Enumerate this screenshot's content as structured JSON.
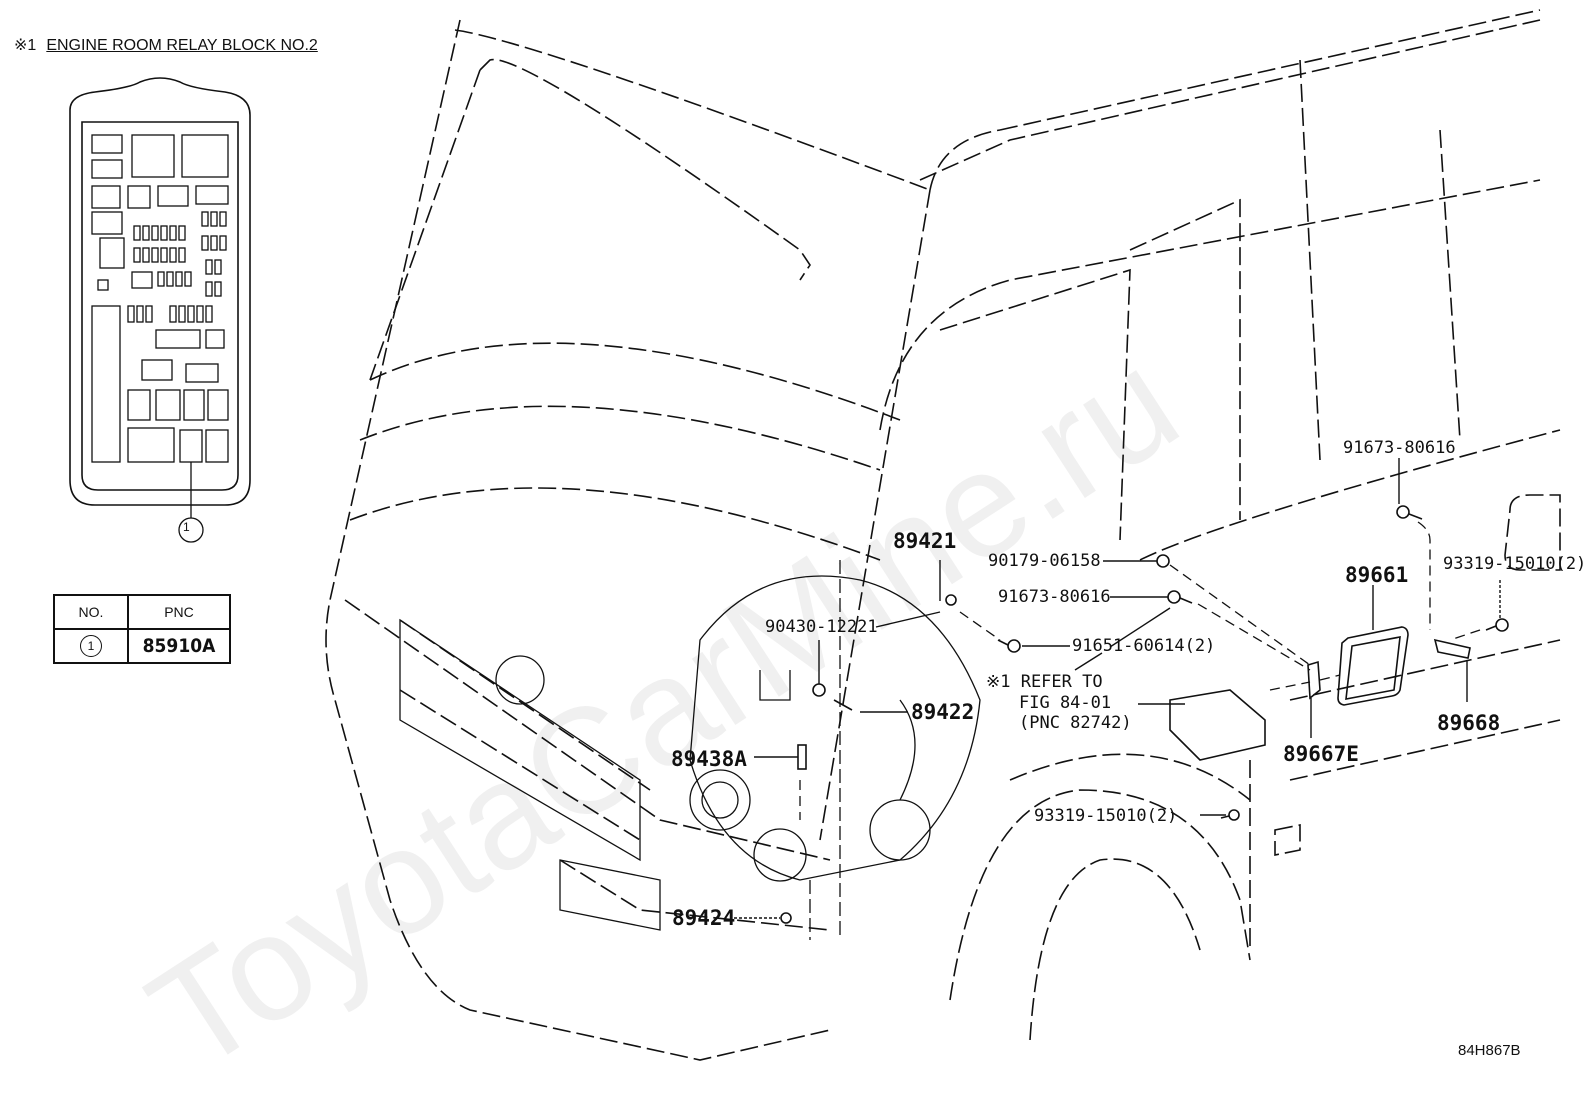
{
  "inset": {
    "marker": "※1",
    "title": "ENGINE ROOM RELAY BLOCK NO.2",
    "callout": "1"
  },
  "pnc_table": {
    "headers": [
      "NO.",
      "PNC"
    ],
    "rows": [
      {
        "no": "1",
        "pnc": "85910A"
      }
    ]
  },
  "labels": {
    "p89421": "89421",
    "p90179": "90179-06158",
    "p91673a": "91673-80616",
    "p91651": "91651-60614(2)",
    "p90430": "90430-12221",
    "p89422": "89422",
    "refer_line1": "※1 REFER TO",
    "refer_line2": "FIG 84-01",
    "refer_line3": "(PNC 82742)",
    "p89438a": "89438A",
    "p93319a": "93319-15010(2)",
    "p89424": "89424",
    "p91673b": "91673-80616",
    "p89661": "89661",
    "p93319b": "93319-15010(2)",
    "p89668": "89668",
    "p89667e": "89667E"
  },
  "diagram_code": "84H867B",
  "watermark": "ToyotaCarMine.ru"
}
